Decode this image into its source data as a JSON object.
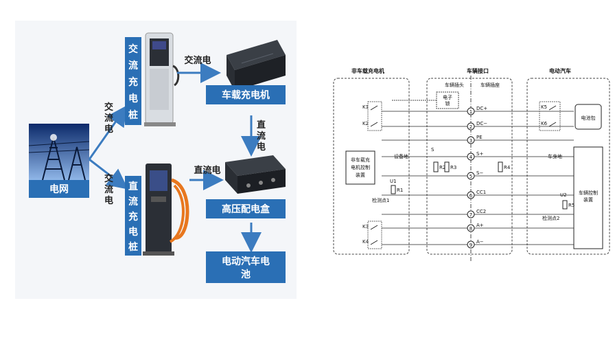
{
  "left_diagram": {
    "grid_label": "电网",
    "ac_pile_label": "交流充电桩",
    "dc_pile_label": "直流充电桩",
    "onboard_charger_label": "车载充电机",
    "hv_box_label": "高压配电盒",
    "battery_label": "电动汽车电池",
    "arrow_ac_to_pile": "交流电",
    "arrow_dc_to_pile": "交流电",
    "arrow_ac_to_charger": "交流电",
    "arrow_dc_to_box": "直流电",
    "arrow_charger_to_box": "直流电",
    "colors": {
      "box_blue": "#2a6fb5",
      "arrow_blue": "#3c7cc0",
      "charger_orange": "#e8771e"
    }
  },
  "right_diagram": {
    "section_offboard": "非车载充电机",
    "section_interface": "车辆接口",
    "section_ev": "电动汽车",
    "plug_label": "车辆插头",
    "socket_label": "车辆插座",
    "e_lock": "电子锁",
    "offboard_controller": "非车载充电机控制装置",
    "vehicle_controller": "车辆控制装置",
    "battery_pack": "电池包",
    "device_ground": "设备地",
    "body_ground": "车身地",
    "check_point_1": "检测点1",
    "check_point_2": "检测点2",
    "switches": [
      "K1",
      "K2",
      "K3",
      "K4",
      "K5",
      "K6",
      "S"
    ],
    "resistors": [
      "R1",
      "R2",
      "R3",
      "R4",
      "R5"
    ],
    "voltages": [
      "U1",
      "U2"
    ],
    "pins": [
      {
        "num": "1",
        "label": "DC+"
      },
      {
        "num": "2",
        "label": "DC−"
      },
      {
        "num": "3",
        "label": "PE"
      },
      {
        "num": "4",
        "label": "S+"
      },
      {
        "num": "5",
        "label": "S−"
      },
      {
        "num": "6",
        "label": "CC1"
      },
      {
        "num": "7",
        "label": "CC2"
      },
      {
        "num": "8",
        "label": "A+"
      },
      {
        "num": "9",
        "label": "A−"
      }
    ]
  }
}
